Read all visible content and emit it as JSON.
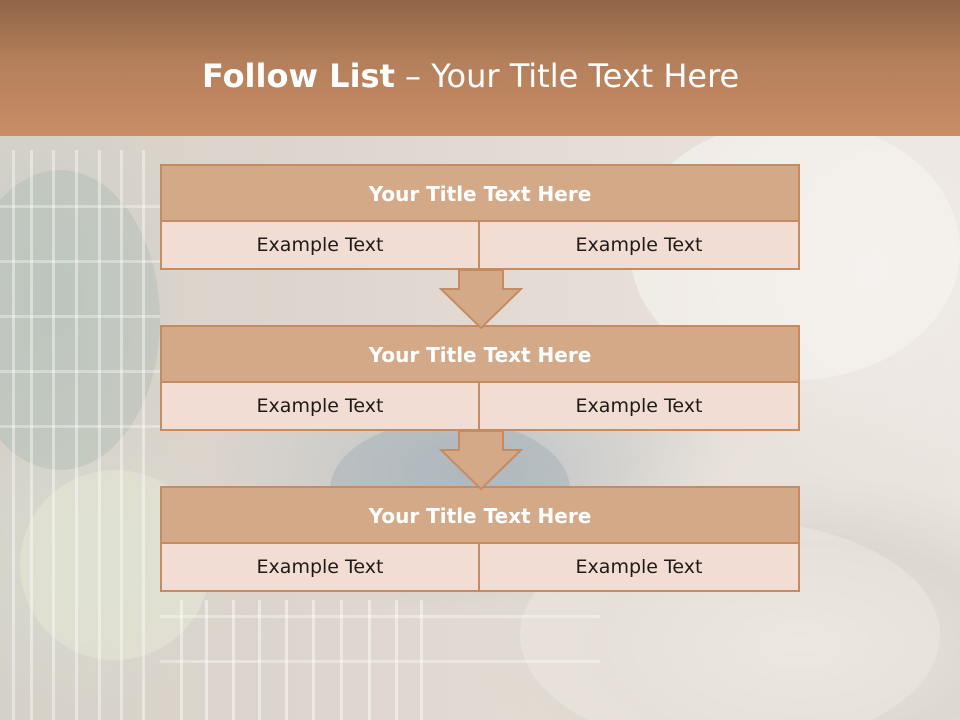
{
  "header": {
    "title_bold": "Follow List",
    "title_rest": " – Your Title Text Here"
  },
  "boxes": [
    {
      "title": "Your Title Text Here",
      "left": "Example Text",
      "right": "Example Text"
    },
    {
      "title": "Your Title Text Here",
      "left": "Example Text",
      "right": "Example Text"
    },
    {
      "title": "Your Title Text Here",
      "left": "Example Text",
      "right": "Example Text"
    }
  ],
  "colors": {
    "header": "#c88e67",
    "box_title_fill": "#d4a988",
    "box_cell_fill": "#f0ddd3",
    "box_border": "#c58c62",
    "title_text": "#ffffff",
    "cell_text": "#1f1a17"
  },
  "icons": {
    "connector": "down-arrow-icon"
  }
}
